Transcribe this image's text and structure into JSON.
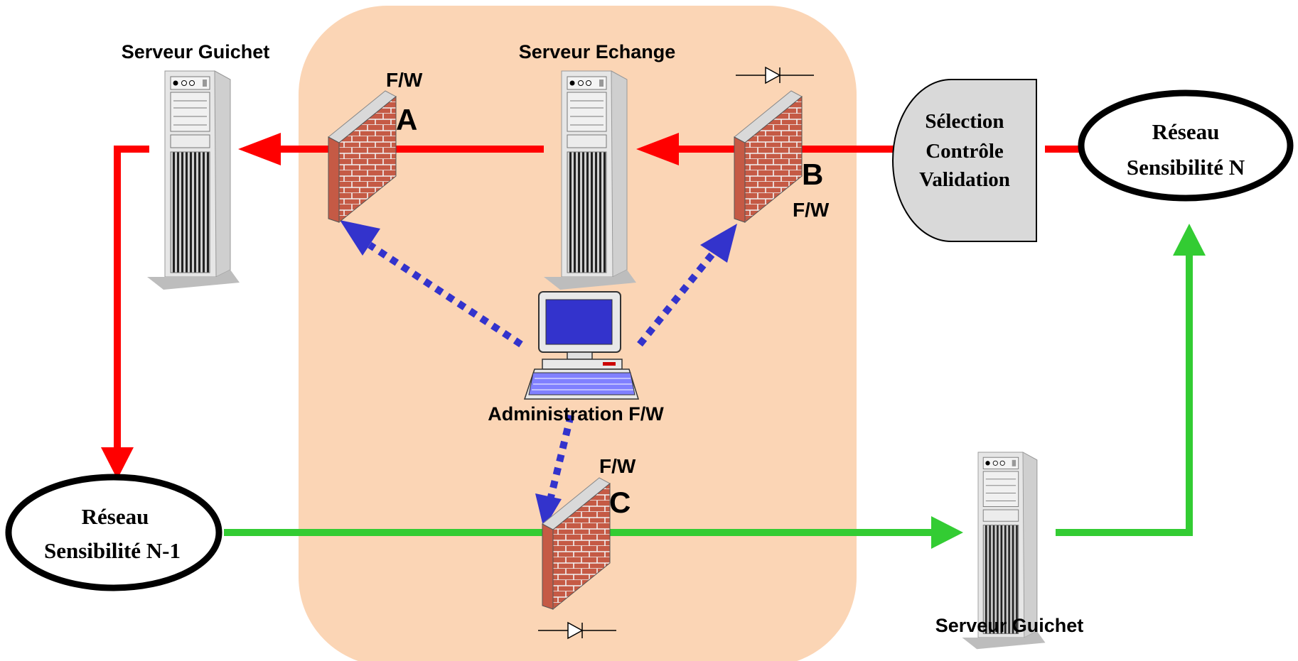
{
  "labels": {
    "server_top_left": "Serveur Guichet",
    "server_exchange": "Serveur Echange",
    "server_bottom_right": "Serveur Guichet",
    "admin": "Administration F/W",
    "fw_a_tag": "F/W",
    "fw_a_letter": "A",
    "fw_b_tag": "F/W",
    "fw_b_letter": "B",
    "fw_c_tag": "F/W",
    "fw_c_letter": "C",
    "selection_line1": "Sélection",
    "selection_line2": "Contrôle",
    "selection_line3": "Validation",
    "net_n_line1": "Réseau",
    "net_n_line2": "Sensibilité N",
    "net_n1_line1": "Réseau",
    "net_n1_line2": "Sensibilité N-1"
  },
  "colors": {
    "zone": "#fbd5b5",
    "red_flow": "#ff0000",
    "green_flow": "#33cc33",
    "admin_link": "#3333cc",
    "brick": "#c0504d",
    "selection_box": "#d9d9d9"
  }
}
